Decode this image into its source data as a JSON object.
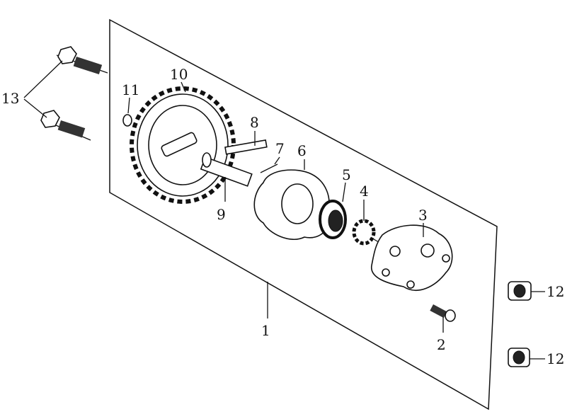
{
  "diagram": {
    "title_labels": {
      "p1": "1",
      "p2": "2",
      "p3": "3",
      "p4": "4",
      "p5": "5",
      "p6": "6",
      "p7": "7",
      "p8": "8",
      "p9": "9",
      "p10": "10",
      "p11": "11",
      "p12a": "12",
      "p12b": "12",
      "p13": "13"
    }
  }
}
